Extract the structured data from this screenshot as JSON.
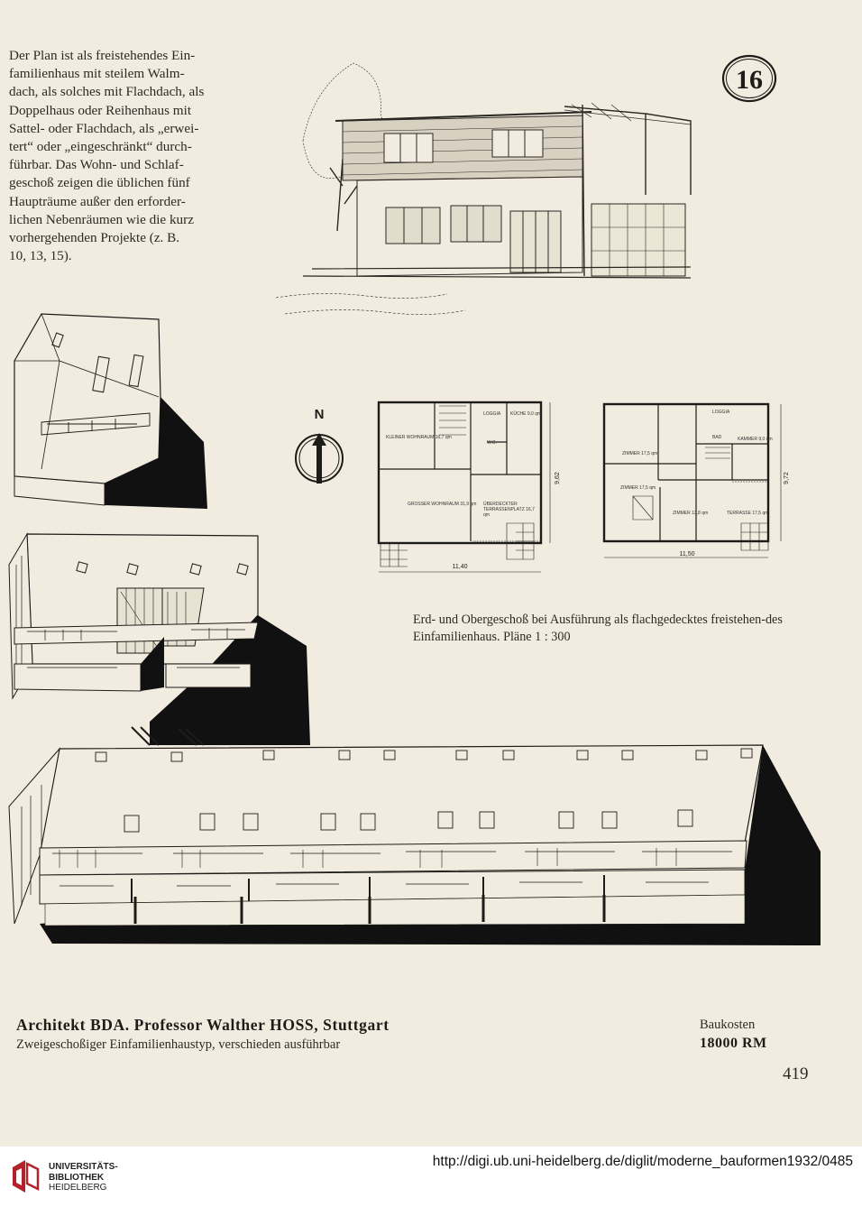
{
  "intro_lines": [
    "Der Plan ist als freistehendes Ein-",
    "familienhaus mit steilem Walm-",
    "dach, als solches mit Flachdach, als",
    "Doppelhaus oder Reihenhaus mit",
    "Sattel- oder Flachdach, als „erwei-",
    "tert“ oder „eingeschränkt“ durch-",
    "führbar. Das Wohn- und Schlaf-",
    "geschoß zeigen die üblichen fünf",
    "Haupträume außer den erforder-",
    "lichen Nebenräumen wie die kurz",
    "vorhergehenden Projekte (z. B.",
    "10, 13, 15)."
  ],
  "badge": "16",
  "north": "N",
  "ground_floor": {
    "rooms": [
      "KLEINER WOHNRAUM 16,7 qm",
      "LOGGIA",
      "KÜCHE 9,0 qm",
      "W.C.",
      "GROSSER WOHNRAUM 31,9 qm",
      "ÜBERDECKTER TERRASSENPLATZ 16,7 qm"
    ],
    "width_dim": "11,40",
    "depth_dim": "9,62"
  },
  "upper_floor": {
    "rooms": [
      "LOGGIA",
      "BAD",
      "KAMMER 9,0 qm",
      "ZIMMER 17,5 qm",
      "ZIMMER 17,5 qm",
      "ZIMMER 13,8 qm",
      "TERRASSE 17,5 qm"
    ],
    "width_dim": "11,50",
    "depth_dim": "9,72"
  },
  "caption": "Erd- und Obergeschoß bei Ausführung als flachgedecktes freistehen-des Einfamilienhaus. Pläne 1 : 300",
  "architect": "Architekt BDA. Professor Walther HOSS, Stuttgart",
  "subtitle": "Zweigeschoßiger Einfamilienhaustyp, verschieden ausführbar",
  "cost_label": "Baukosten",
  "cost_value": "18000 RM",
  "page_number": "419",
  "footer": {
    "logo_lines": [
      "UNIVERSITÄTS-",
      "BIBLIOTHEK",
      "HEIDELBERG"
    ],
    "url": "http://digi.ub.uni-heidelberg.de/diglit/moderne_bauformen1932/0485"
  },
  "colors": {
    "paper": "#f1ecdf",
    "ink": "#1e1c19",
    "logo_red": "#b3212a"
  }
}
